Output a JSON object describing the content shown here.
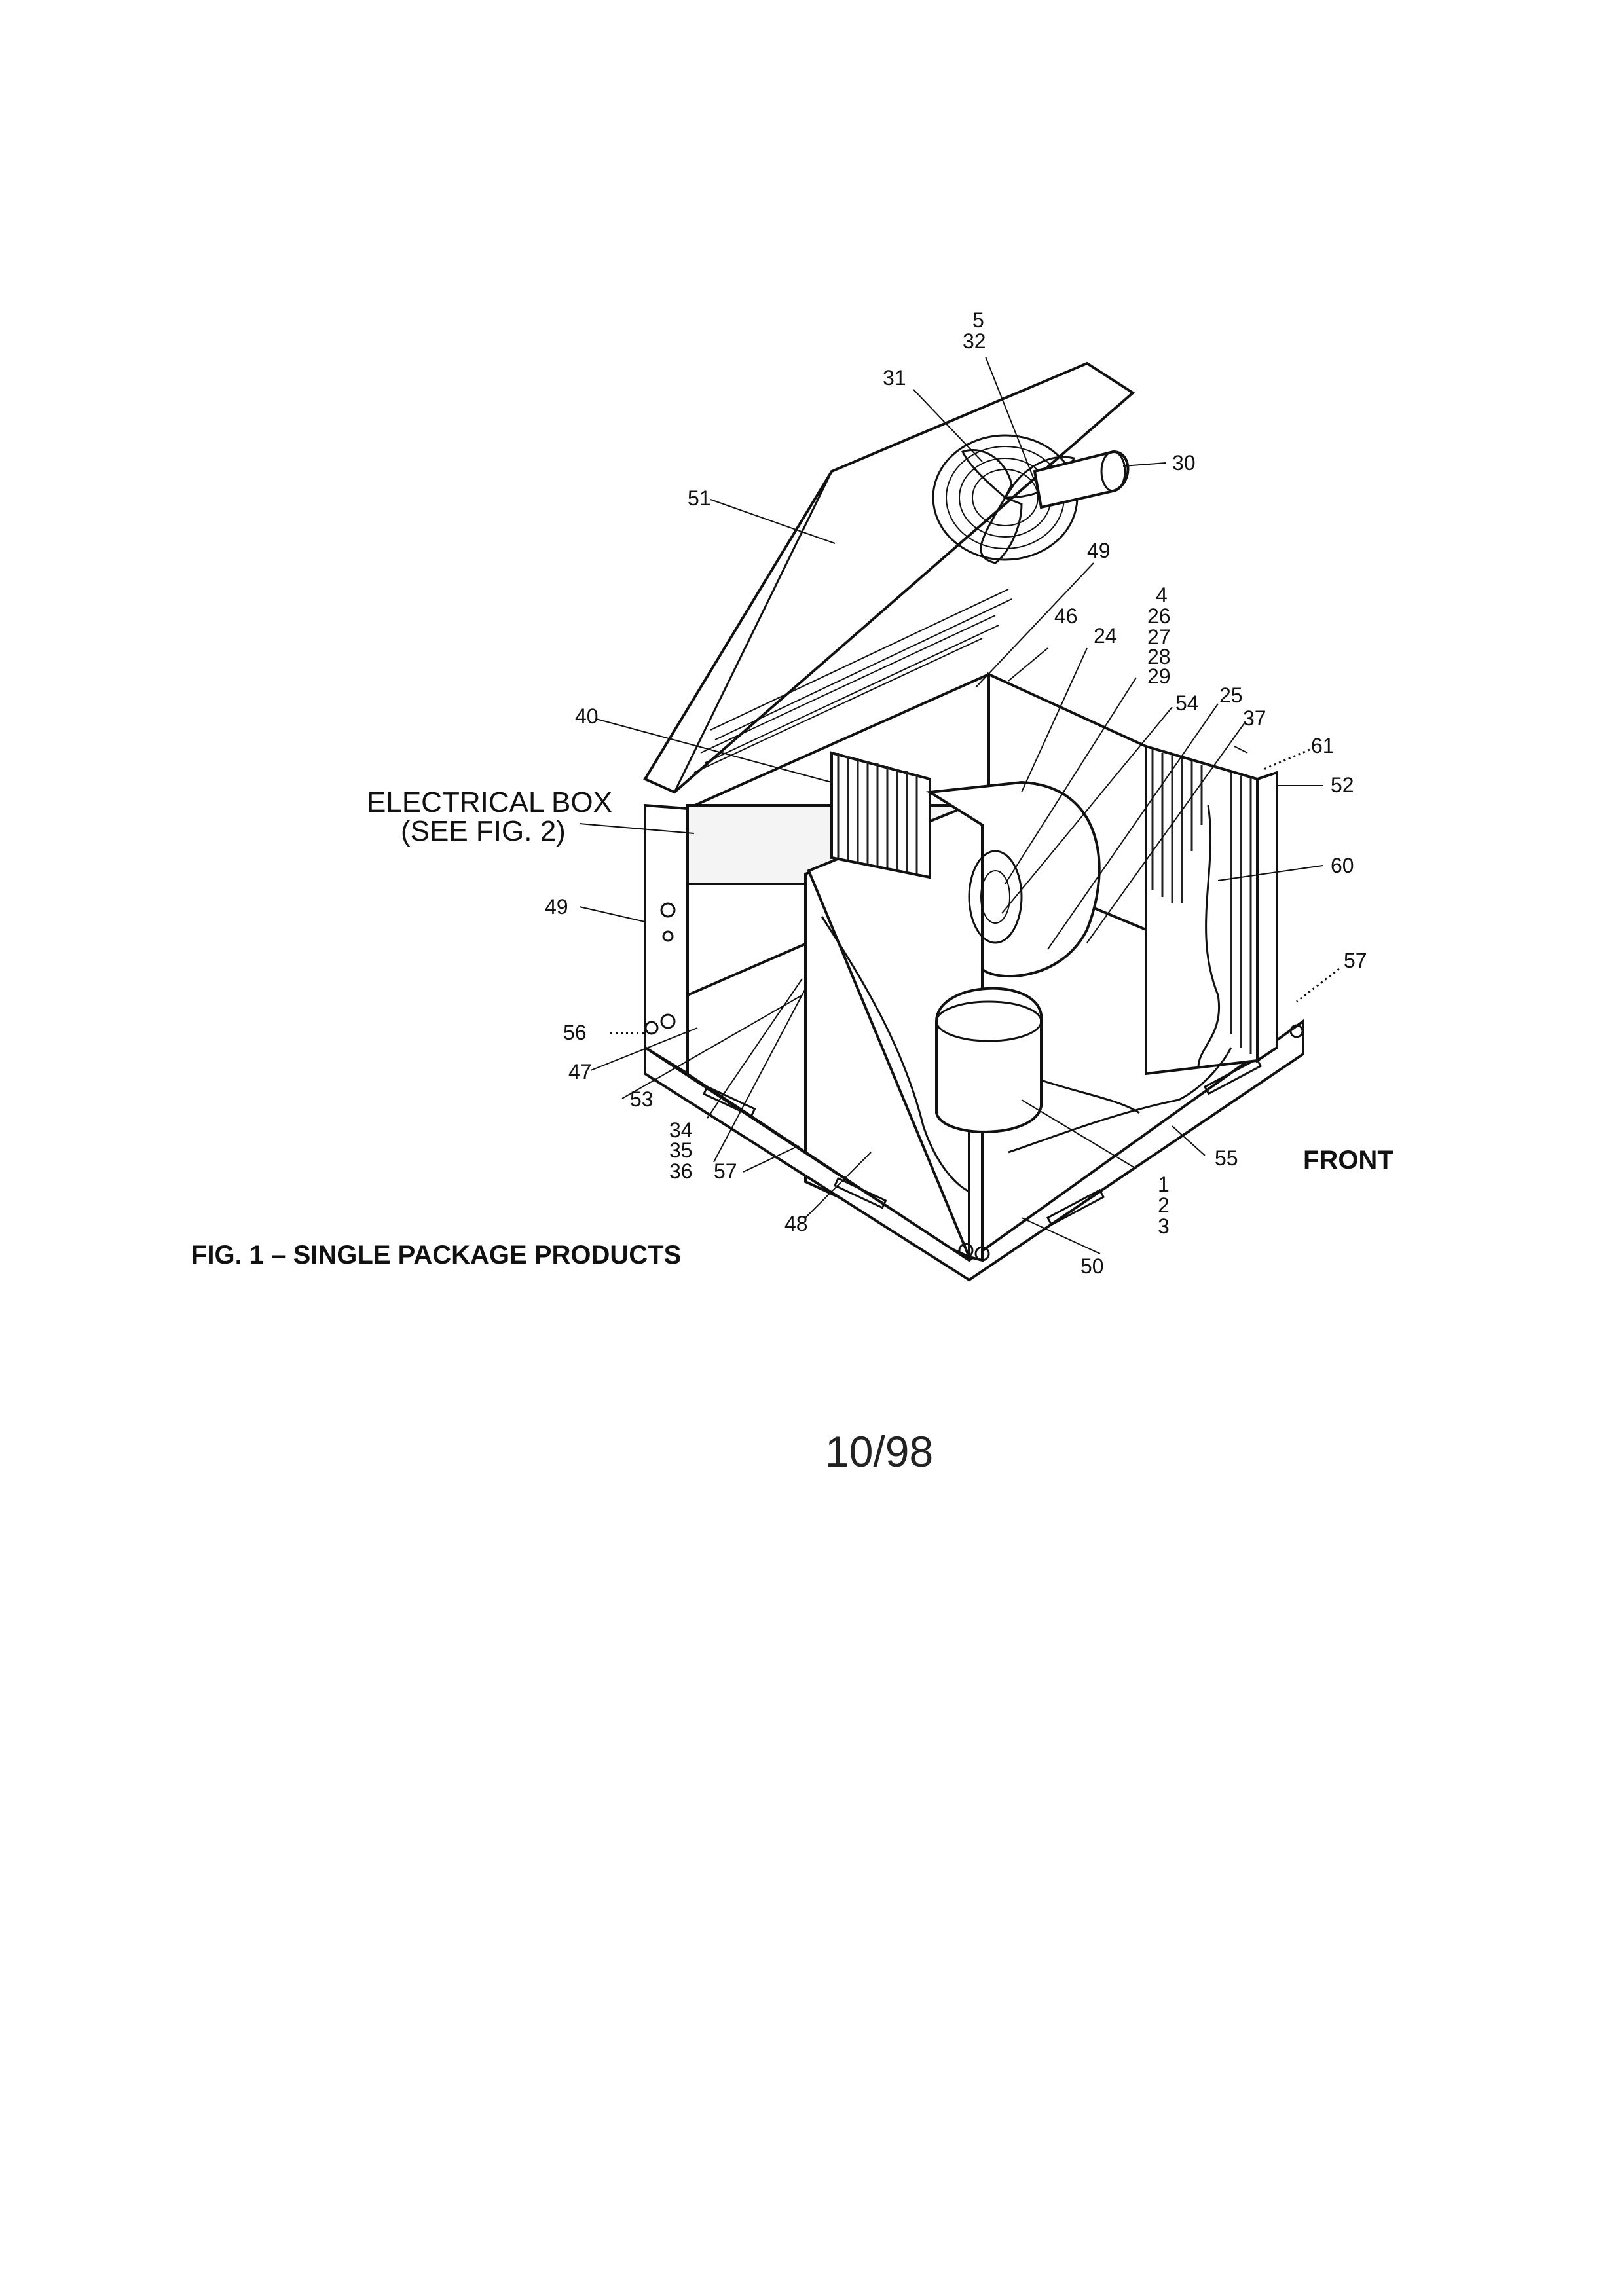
{
  "figure": {
    "caption": "FIG. 1 – SINGLE PACKAGE PRODUCTS",
    "page_number": "10/98",
    "front_label": "FRONT",
    "electrical_box": {
      "line1": "ELECTRICAL BOX",
      "line2": "(SEE FIG. 2)"
    }
  },
  "callouts": {
    "c5": "5",
    "c32": "32",
    "c31": "31",
    "c30": "30",
    "c51": "51",
    "c49_top": "49",
    "c46": "46",
    "c24": "24",
    "c4": "4",
    "c26": "26",
    "c27": "27",
    "c28": "28",
    "c29": "29",
    "c54": "54",
    "c25": "25",
    "c37": "37",
    "c61": "61",
    "c52": "52",
    "c40": "40",
    "c60": "60",
    "c57_right": "57",
    "c49_left": "49",
    "c56": "56",
    "c47": "47",
    "c53": "53",
    "c34": "34",
    "c35": "35",
    "c36": "36",
    "c57_left": "57",
    "c48": "48",
    "c50": "50",
    "c55": "55",
    "c1": "1",
    "c2": "2",
    "c3": "3"
  }
}
